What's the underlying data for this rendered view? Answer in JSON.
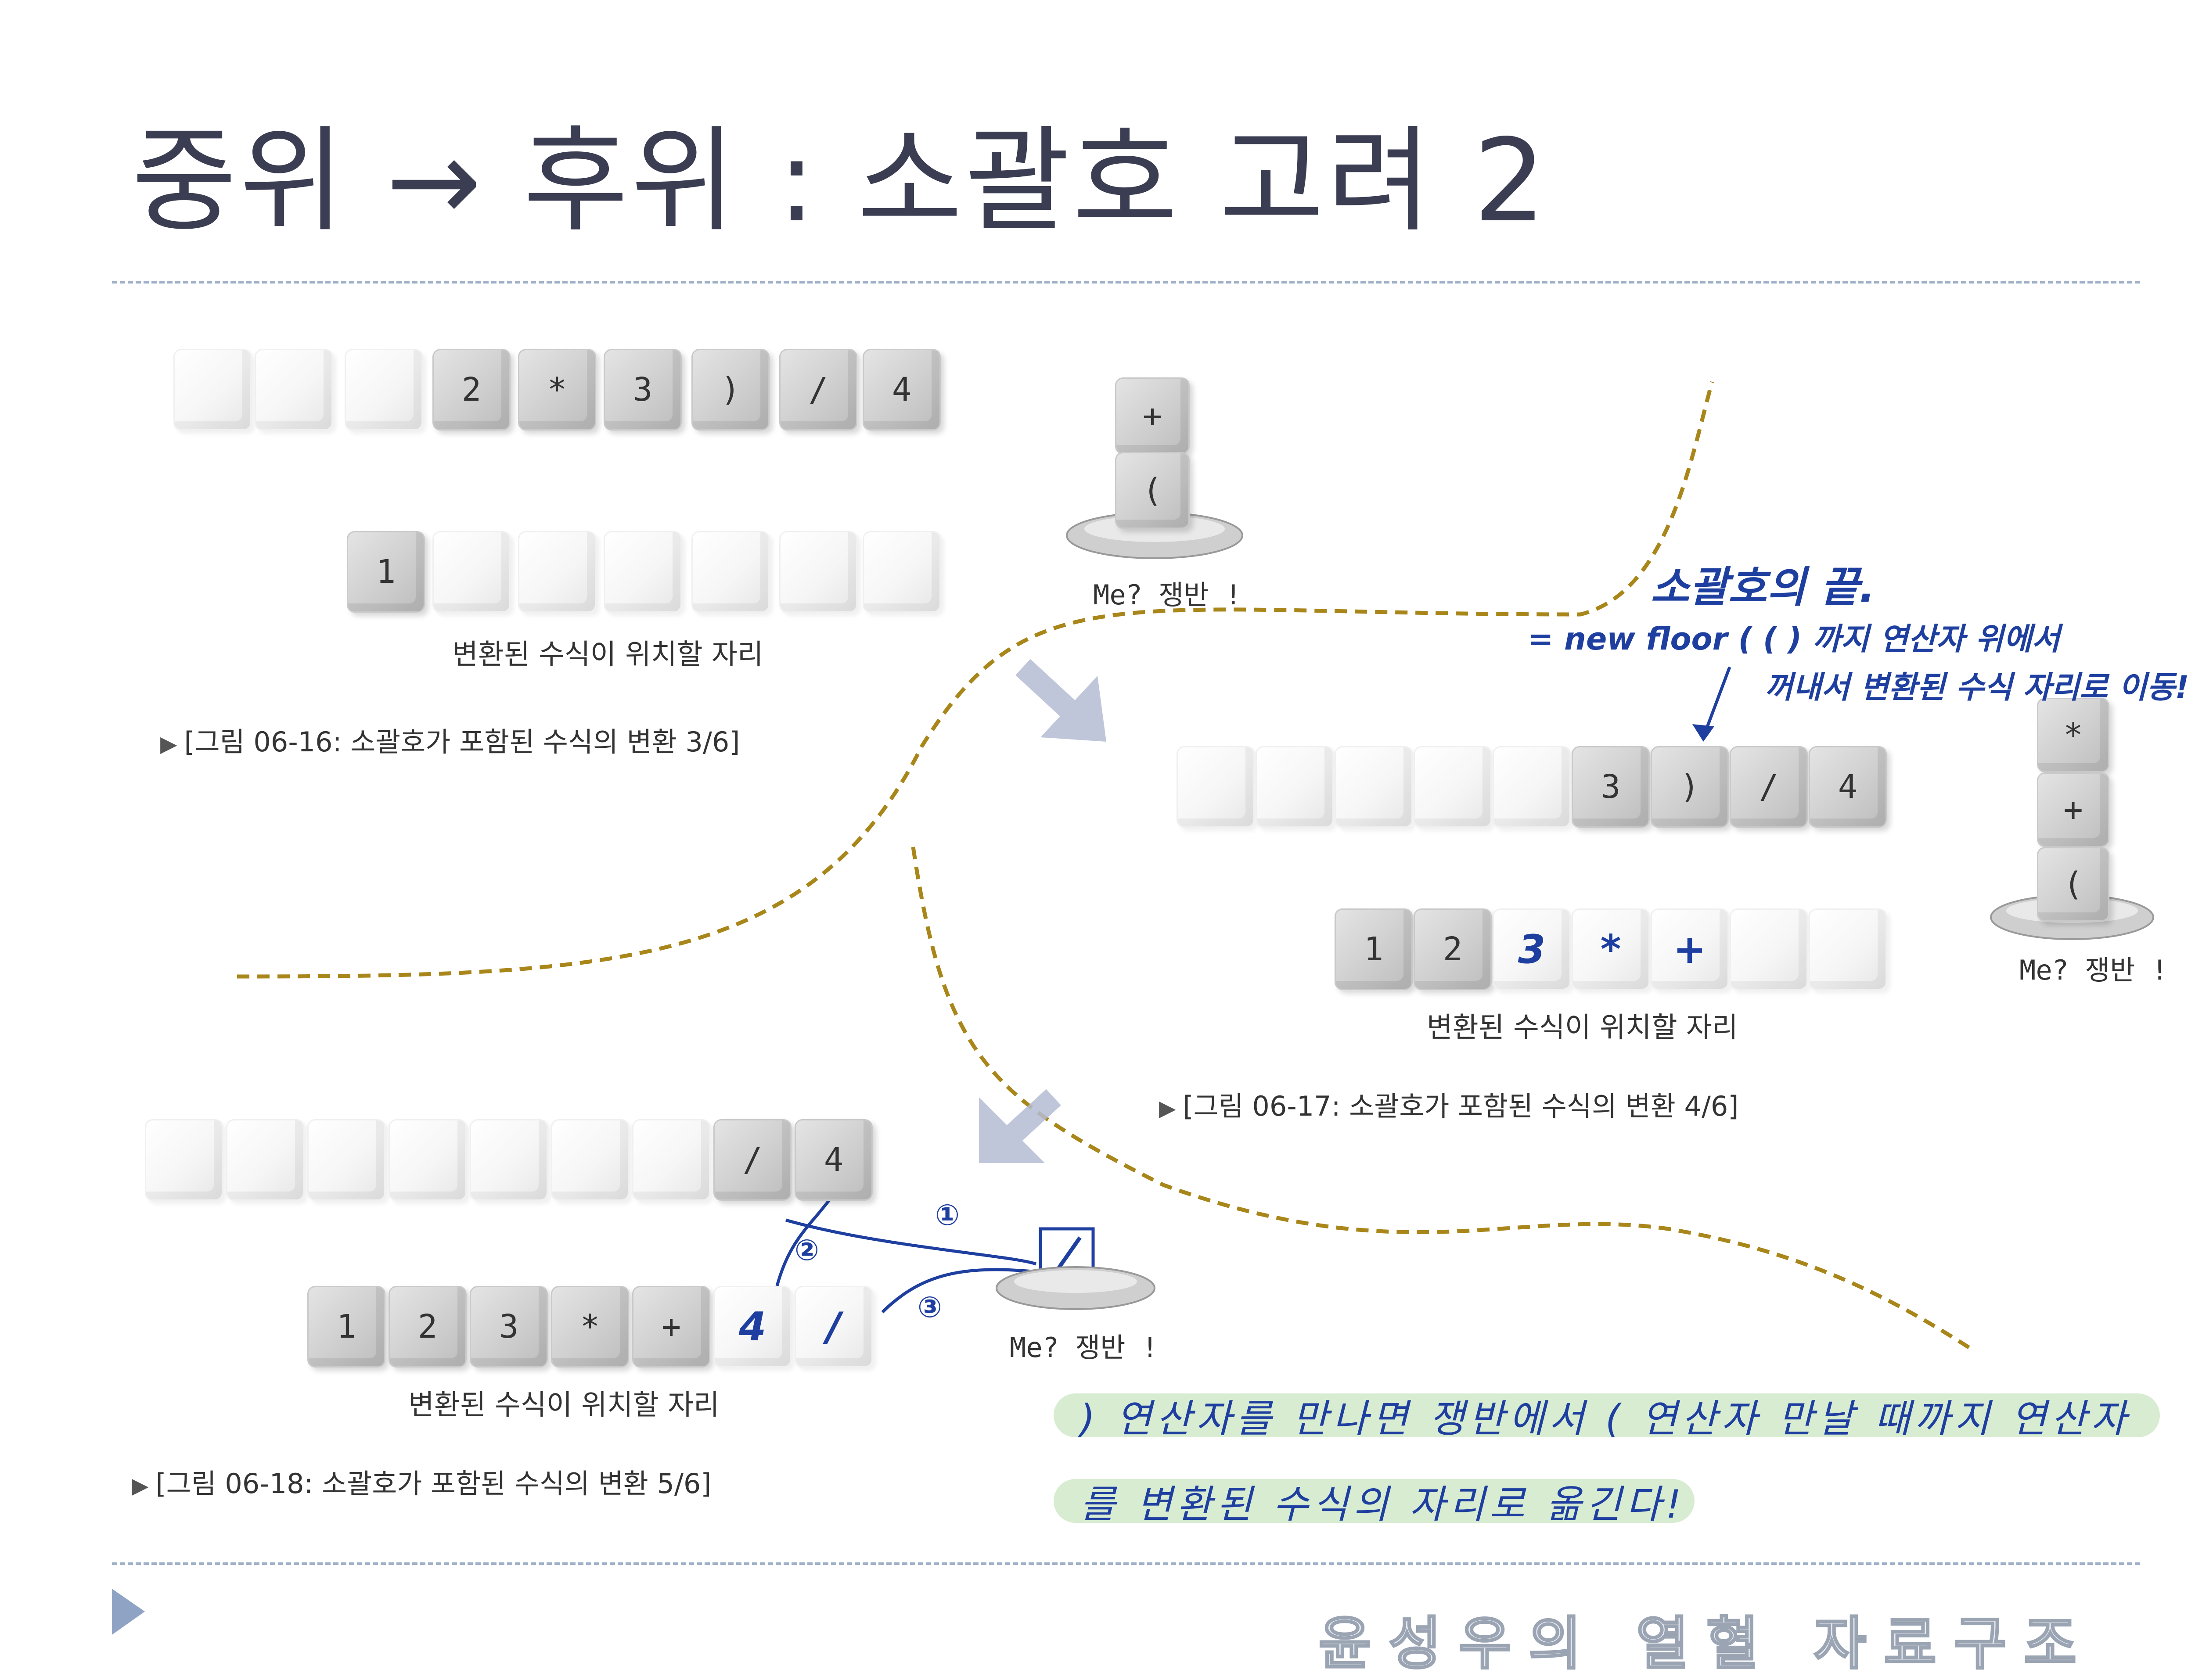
{
  "title": "중위 → 후위 : 소괄호 고려 2",
  "footer": "윤성우의 열혈 자료구조",
  "labels": {
    "converted_position": "변환된 수식이 위치할 자리",
    "tray": "Me? 쟁반 !"
  },
  "figures": {
    "fig16": {
      "caption": "[그림 06-16: 소괄호가 포함된 수식의 변환 3/6]",
      "input": [
        "",
        "",
        "",
        "2",
        "*",
        "3",
        ")",
        "/",
        "4"
      ],
      "output": [
        "1",
        "",
        "",
        "",
        "",
        "",
        "",
        ""
      ],
      "stack": [
        "+",
        "("
      ]
    },
    "fig17": {
      "caption": "[그림 06-17: 소괄호가 포함된 수식의 변환 4/6]",
      "input": [
        "",
        "",
        "",
        "",
        "",
        "3",
        ")",
        "/",
        "4"
      ],
      "output": [
        "1",
        "2",
        "",
        "",
        "",
        "",
        ""
      ],
      "handwritten_output": [
        "3",
        "*",
        "+"
      ],
      "stack": [
        "*",
        "+",
        "("
      ]
    },
    "fig18": {
      "caption": "[그림 06-18: 소괄호가 포함된 수식의 변환 5/6]",
      "input": [
        "",
        "",
        "",
        "",
        "",
        "",
        "",
        "/",
        "4"
      ],
      "output": [
        "1",
        "2",
        "3",
        "*",
        "+",
        "",
        ""
      ],
      "handwritten_output": [
        "4",
        "/"
      ],
      "stack": [
        "/"
      ],
      "step_marks": [
        "①",
        "②",
        "③"
      ]
    }
  },
  "annotations": {
    "top_note_1": "소괄호의 끝.",
    "top_note_2": "= new floor ( ( ) 까지 연산자 위에서",
    "top_note_3": "꺼내서 변환된 수식 자리로 이동!",
    "bottom_note_1": ") 연산자를 만나면 쟁반에서 ( 연산자 만날 때까지 연산자",
    "bottom_note_2": "를 변환된 수식의 자리로 옮긴다!"
  },
  "colors": {
    "title": "#3b3d52",
    "rule": "#9fb0c8",
    "ink": "#1e3fa0",
    "curve": "#a8861a",
    "highlight": "#d8ecd2",
    "arrow": "#b6bdd4"
  }
}
